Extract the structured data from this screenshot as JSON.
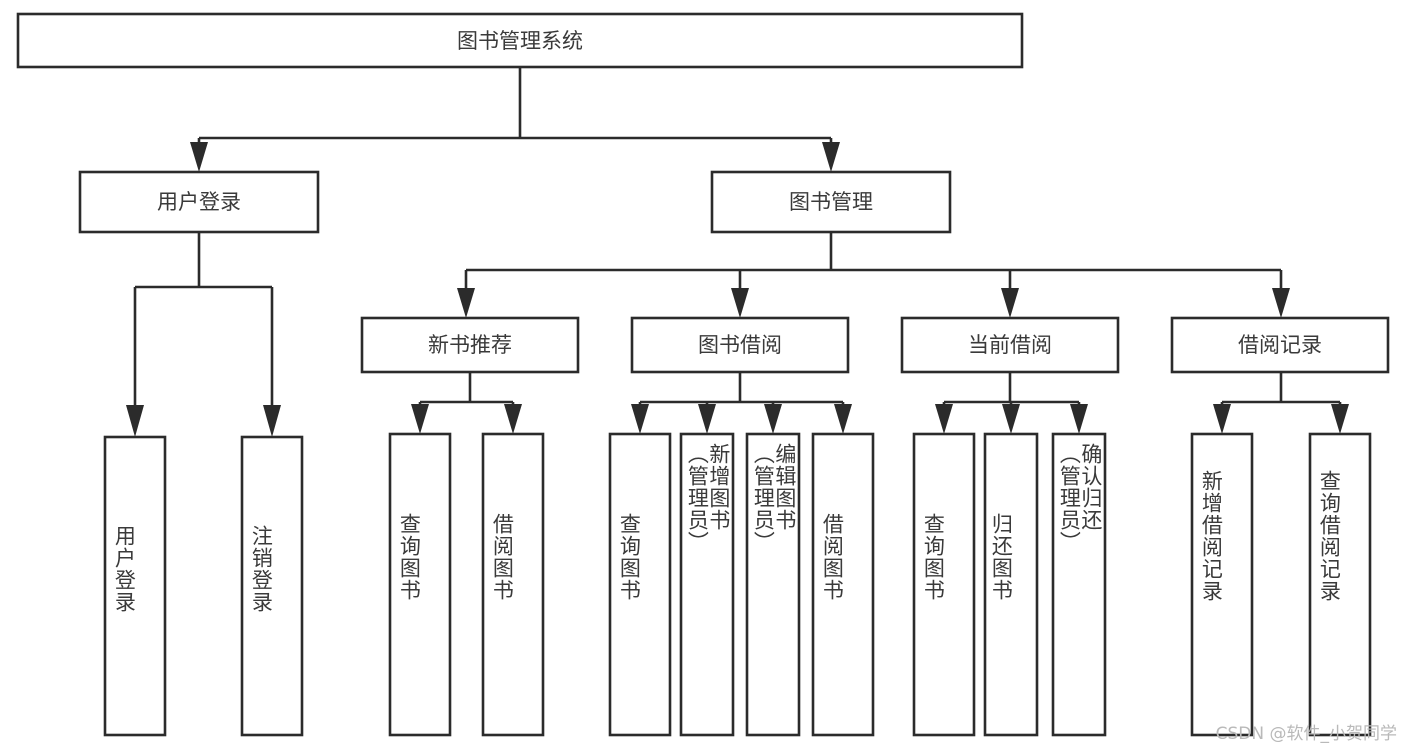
{
  "diagram": {
    "title": "图书管理系统",
    "type": "tree-hierarchy",
    "watermark": "CSDN @软件_小贺同学",
    "colors": {
      "stroke": "#2b2b2b",
      "fill": "#ffffff",
      "text": "#3a3a3a",
      "watermark": "#b9b9b9",
      "background": "#ffffff"
    },
    "root": {
      "label": "图书管理系统"
    },
    "level2": [
      {
        "id": "user-login",
        "label": "用户登录"
      },
      {
        "id": "book-management",
        "label": "图书管理"
      }
    ],
    "level3": [
      {
        "id": "new-book-recommend",
        "label": "新书推荐",
        "parent": "book-management"
      },
      {
        "id": "book-borrow",
        "label": "图书借阅",
        "parent": "book-management"
      },
      {
        "id": "current-borrow",
        "label": "当前借阅",
        "parent": "book-management"
      },
      {
        "id": "borrow-record",
        "label": "借阅记录",
        "parent": "book-management"
      }
    ],
    "leaves": [
      {
        "id": "leaf-user-login",
        "label": "用户登录",
        "parent": "user-login"
      },
      {
        "id": "leaf-logout",
        "label": "注销登录",
        "parent": "user-login"
      },
      {
        "id": "leaf-query-book-1",
        "label": "查询图书",
        "parent": "new-book-recommend"
      },
      {
        "id": "leaf-borrow-book-1",
        "label": "借阅图书",
        "parent": "new-book-recommend"
      },
      {
        "id": "leaf-query-book-2",
        "label": "查询图书",
        "parent": "book-borrow"
      },
      {
        "id": "leaf-add-book",
        "label": "新增图书\n（管理员）",
        "parent": "book-borrow"
      },
      {
        "id": "leaf-edit-book",
        "label": "编辑图书\n（管理员）",
        "parent": "book-borrow"
      },
      {
        "id": "leaf-borrow-book-2",
        "label": "借阅图书",
        "parent": "book-borrow"
      },
      {
        "id": "leaf-query-book-3",
        "label": "查询图书",
        "parent": "current-borrow"
      },
      {
        "id": "leaf-return-book",
        "label": "归还图书",
        "parent": "current-borrow"
      },
      {
        "id": "leaf-confirm-return",
        "label": "确认归还\n（管理员）",
        "parent": "current-borrow"
      },
      {
        "id": "leaf-add-record",
        "label": "新增借阅记录",
        "parent": "borrow-record"
      },
      {
        "id": "leaf-query-record",
        "label": "查询借阅记录",
        "parent": "borrow-record"
      }
    ]
  }
}
